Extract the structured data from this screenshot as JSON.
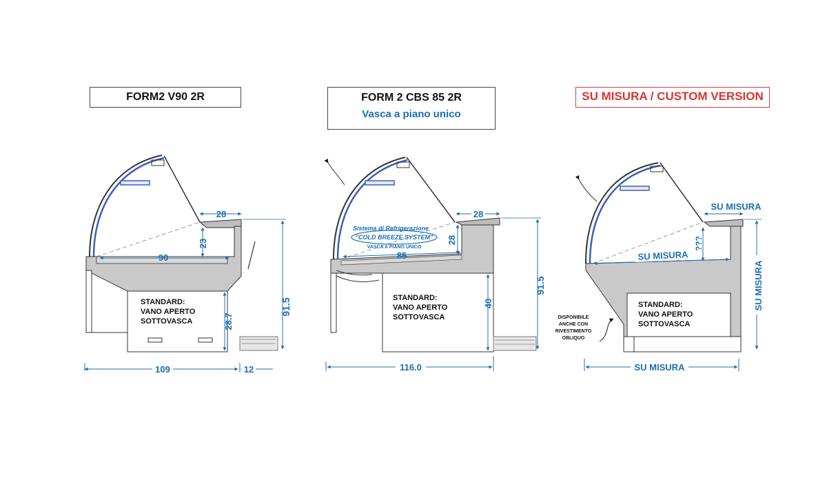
{
  "panels": [
    {
      "title": "FORM2 V90 2R",
      "subtitle": "",
      "dims": {
        "top_width": "28",
        "tank_width": "90",
        "tank_depth": "23",
        "leg_height": "28.7",
        "total_height": "91.5",
        "total_width": "109",
        "extra_width": "12"
      },
      "note": [
        "STANDARD:",
        "VANO APERTO",
        "SOTTOVASCA"
      ]
    },
    {
      "title": "FORM 2 CBS 85 2R",
      "subtitle": "Vasca a piano unico",
      "dims": {
        "top_width": "28",
        "tank_width": "85",
        "tank_depth": "28",
        "leg_height": "40",
        "total_height": "91.5",
        "total_width": "116.0"
      },
      "system_label": [
        "Sistema di Refrigerazione",
        "\"COLD BREEZE SYSTEM\"",
        "VASCA A PIANO UNICO"
      ],
      "note": [
        "STANDARD:",
        "VANO APERTO",
        "SOTTOVASCA"
      ]
    },
    {
      "title": "SU MISURA / CUSTOM VERSION",
      "subtitle": "",
      "dims": {
        "top_width": "SU MISURA",
        "tank_width": "SU MISURA",
        "tank_depth": "???",
        "total_height": "SU MISURA",
        "total_width": "SU MISURA"
      },
      "side_note": [
        "DISPONIBILE",
        "ANCHE CON",
        "RIVESTIMENTO",
        "OBLIQUO"
      ],
      "note": [
        "STANDARD:",
        "VANO APERTO",
        "SOTTOVASCA"
      ]
    }
  ],
  "colors": {
    "dimension": "#1c6fb3",
    "glass_edge": "#3a5fc4",
    "custom_title": "#d9362f",
    "body_fill": "#c9c9c9"
  }
}
